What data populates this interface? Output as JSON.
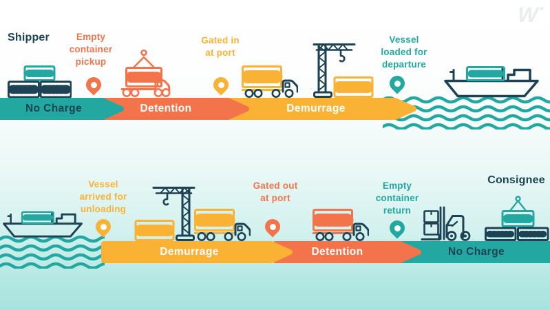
{
  "colors": {
    "teal": "#23A8A1",
    "orange": "#F3744B",
    "yellow": "#F9B233",
    "navy": "#1C4254",
    "white": "#FFFFFF",
    "logo": "#E9EDED"
  },
  "logo": {
    "text": "W"
  },
  "icons": {
    "container-stack": "stacked shipping containers",
    "container-pickup-truck": "container lowered onto flatbed truck",
    "location-pin": "map pin milestone marker",
    "container-truck": "truck carrying container",
    "crane": "port crane with container",
    "cargo-ship": "container ship",
    "waves": "sea waves",
    "forklift": "forklift with boxes",
    "container-spreader": "container hanging from crane spreader"
  },
  "export_flow": {
    "shipper_label": "Shipper",
    "steps": [
      {
        "label": "Empty\ncontainer\npickup",
        "color": "orange"
      },
      {
        "label": "Gated in\nat port",
        "color": "yellow"
      },
      {
        "label": "Vessel\nloaded for\ndeparture",
        "color": "teal"
      }
    ],
    "band": [
      {
        "label": "No Charge",
        "color": "teal"
      },
      {
        "label": "Detention",
        "color": "orange"
      },
      {
        "label": "Demurrage",
        "color": "yellow"
      }
    ]
  },
  "import_flow": {
    "consignee_label": "Consignee",
    "steps": [
      {
        "label": "Vessel\narrived for\nunloading",
        "color": "yellow"
      },
      {
        "label": "Gated out\nat port",
        "color": "orange"
      },
      {
        "label": "Empty\ncontainer\nreturn",
        "color": "teal"
      }
    ],
    "band": [
      {
        "label": "Demurrage",
        "color": "yellow"
      },
      {
        "label": "Detention",
        "color": "orange"
      },
      {
        "label": "No Charge",
        "color": "teal"
      }
    ]
  }
}
